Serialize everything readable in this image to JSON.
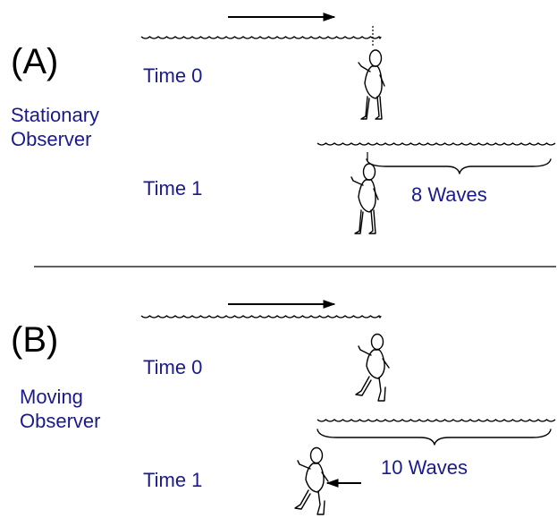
{
  "panel_a": {
    "letter": "(A)",
    "observer_label_line1": "Stationary",
    "observer_label_line2": "Observer",
    "time0_label": "Time 0",
    "time1_label": "Time 1",
    "wave_count_label": "8 Waves"
  },
  "panel_b": {
    "letter": "(B)",
    "observer_label_line1": "Moving",
    "observer_label_line2": "Observer",
    "time0_label": "Time 0",
    "time1_label": "Time 1",
    "wave_count_label": "10 Waves"
  },
  "colors": {
    "label_text": "#1a1a8c",
    "lines": "#000000",
    "background": "#ffffff"
  },
  "icons": [
    "wave-train",
    "arrow-right",
    "arrow-left",
    "person-standing",
    "person-walking",
    "brace"
  ]
}
